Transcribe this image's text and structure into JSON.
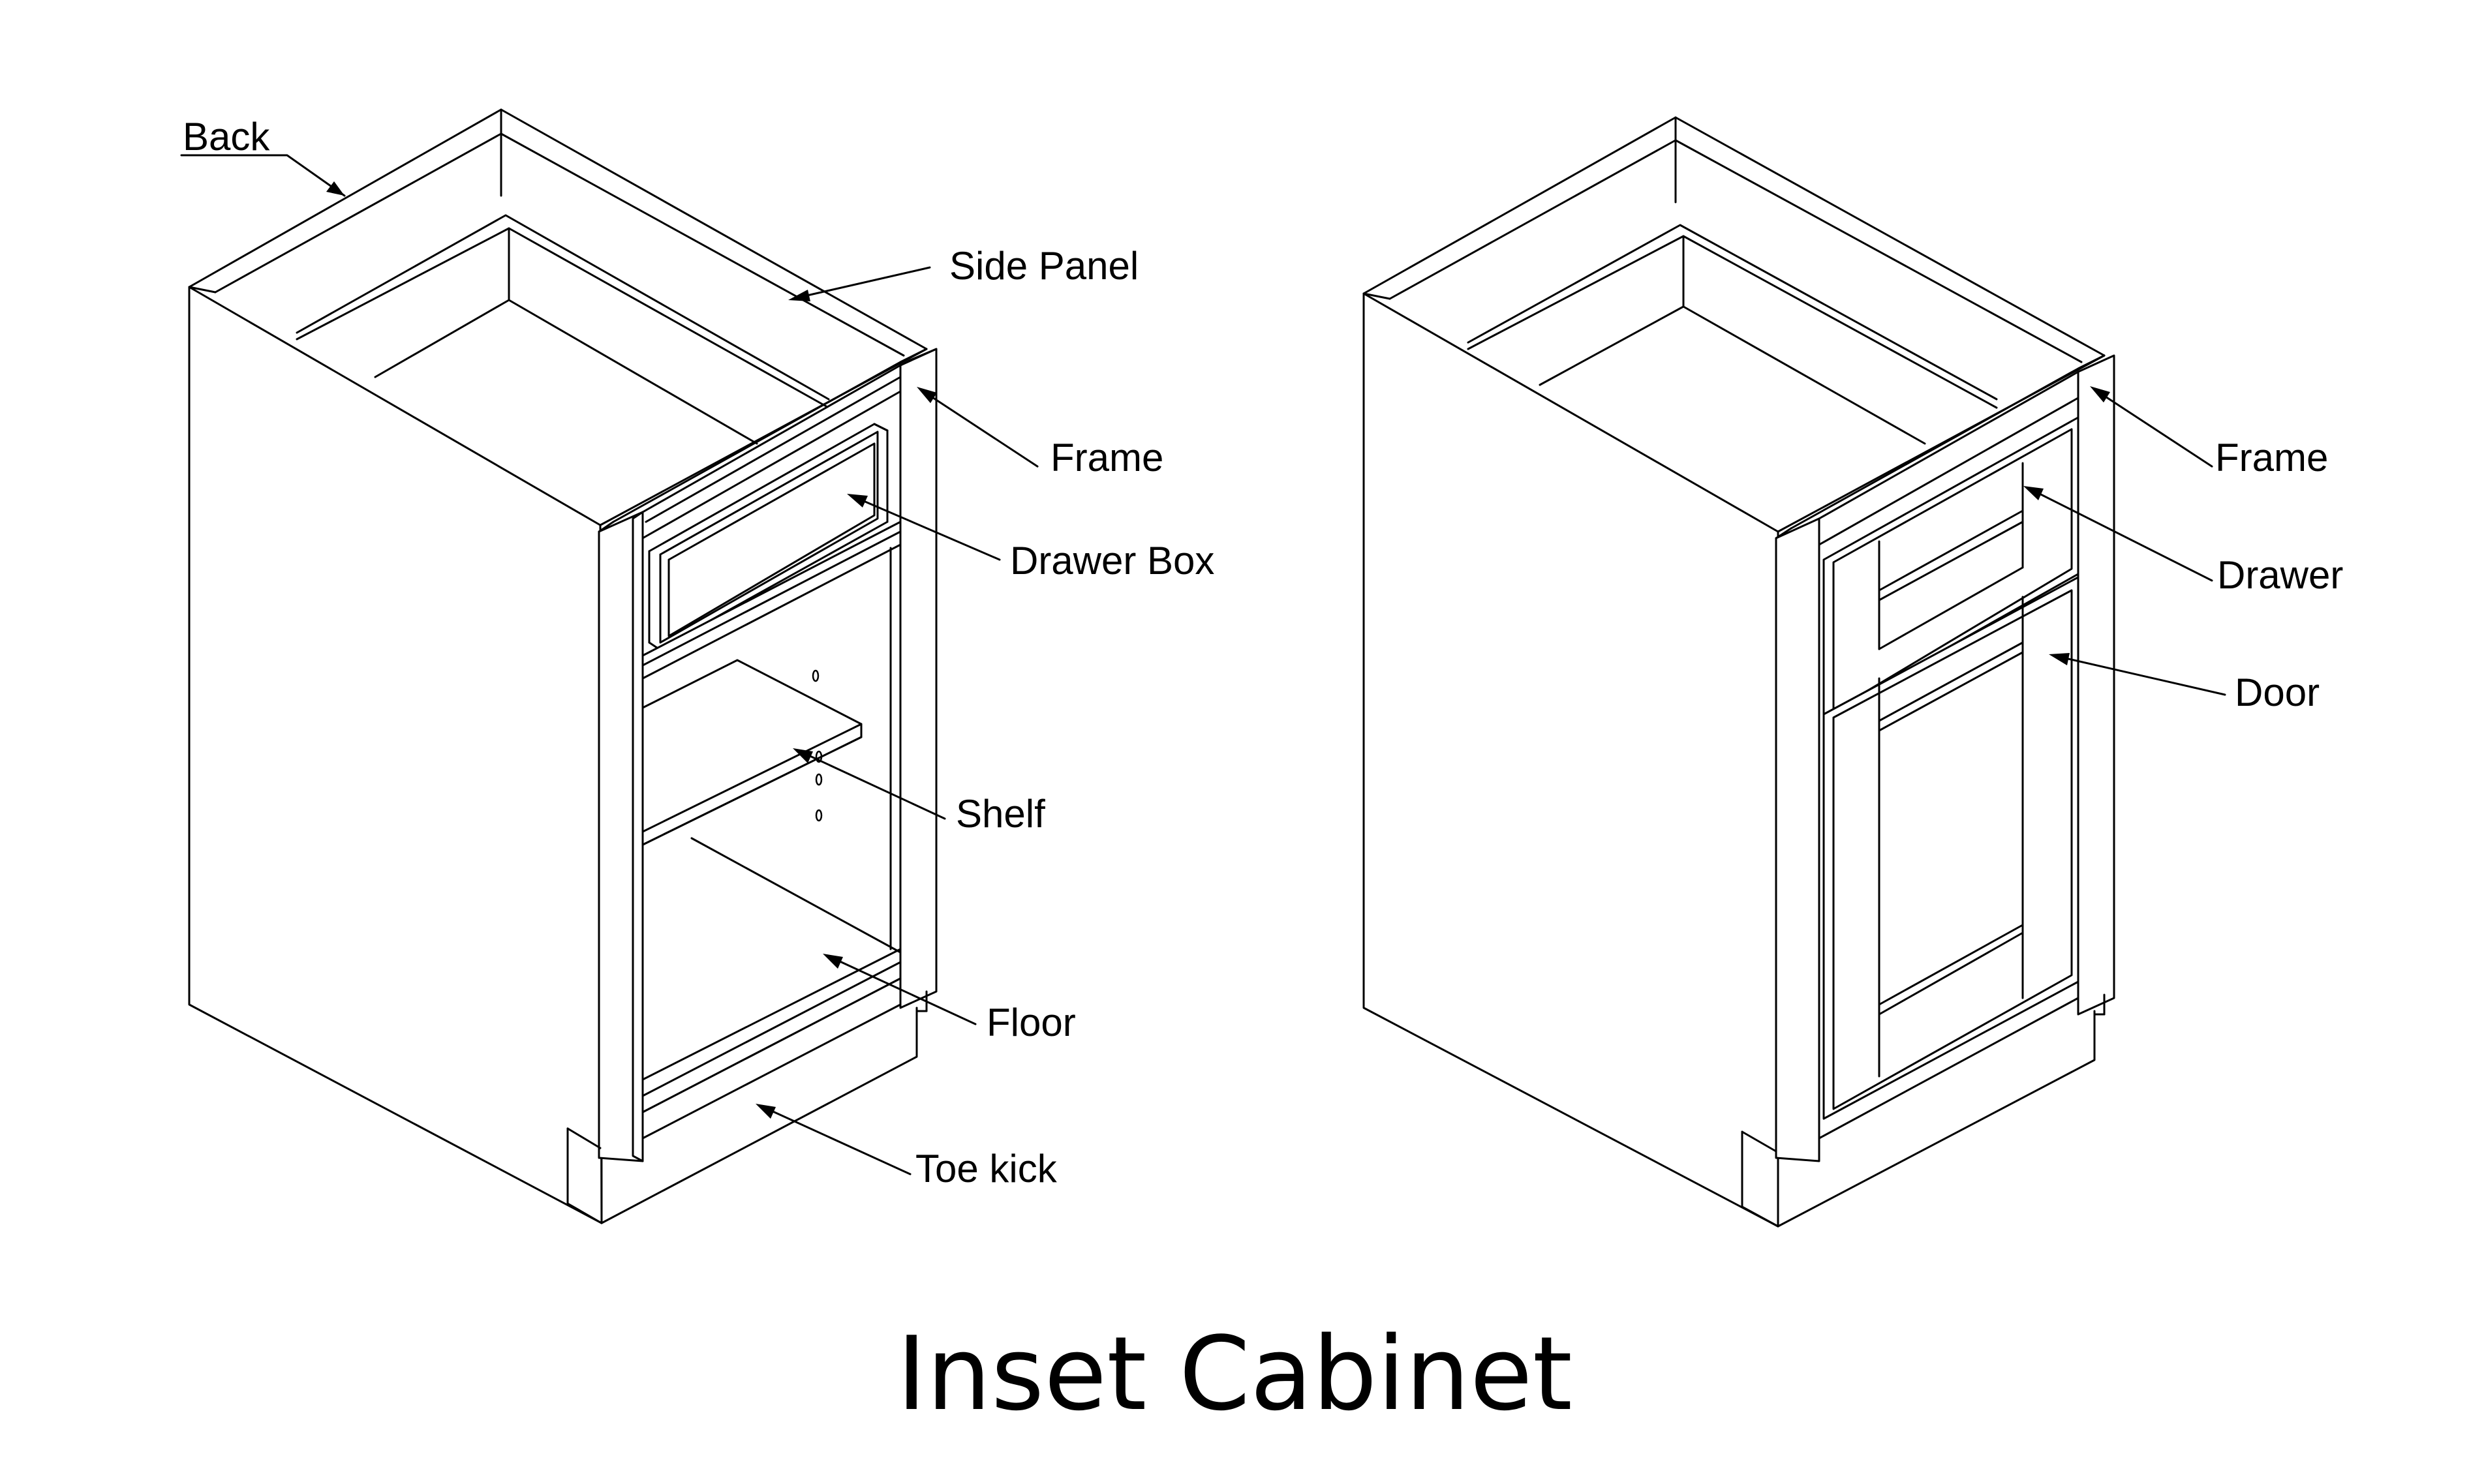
{
  "title": "Inset Cabinet",
  "left_cabinet": {
    "labels": {
      "back": "Back",
      "side_panel": "Side Panel",
      "frame": "Frame",
      "drawer_box": "Drawer Box",
      "shelf": "Shelf",
      "floor": "Floor",
      "toe_kick": "Toe kick"
    }
  },
  "right_cabinet": {
    "labels": {
      "frame": "Frame",
      "drawer": "Drawer",
      "door": "Door"
    }
  },
  "colors": {
    "line": "#000000",
    "background": "#ffffff"
  }
}
